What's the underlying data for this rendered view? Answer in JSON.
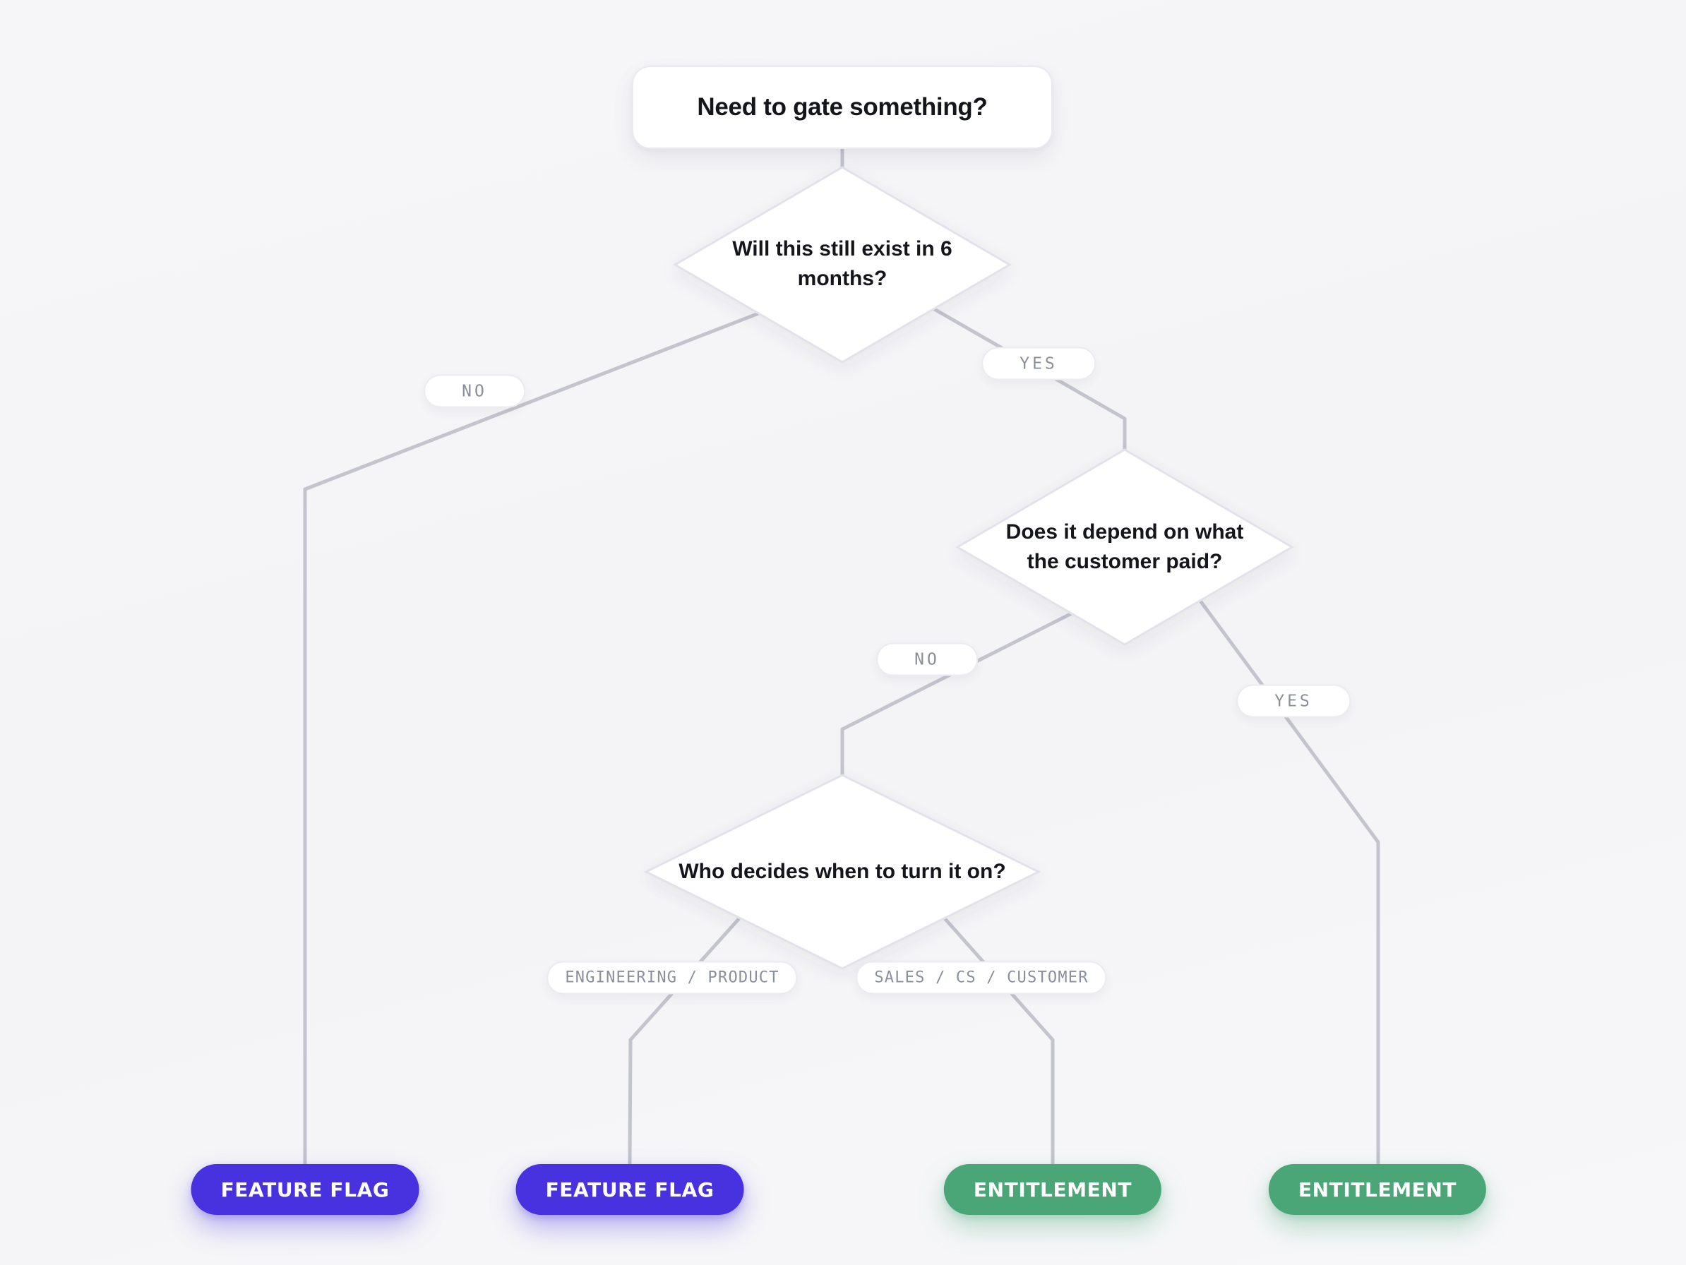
{
  "colors": {
    "background": "#f4f4f6",
    "node_fill": "#ffffff",
    "connector": "#c3c4cc",
    "diamond_border": "#e2e2ea",
    "label_text": "#8b8f9c",
    "question_text": "#15161b",
    "feature_flag": "#4832df",
    "entitlement": "#4ba677"
  },
  "flow": {
    "root": {
      "question": "Need to gate something?"
    },
    "decision_exist": {
      "question": "Will this still exist in 6\nmonths?",
      "no": "NO",
      "yes": "YES"
    },
    "decision_paid": {
      "question": "Does it depend on what\nthe customer paid?",
      "no": "NO",
      "yes": "YES"
    },
    "decision_who": {
      "question": "Who decides when to turn it on?",
      "left": "ENGINEERING / PRODUCT",
      "right": "SALES / CS / CUSTOMER"
    },
    "outcomes": {
      "no_exist": "FEATURE FLAG",
      "eng_product": "FEATURE FLAG",
      "sales_cs": "ENTITLEMENT",
      "paid_yes": "ENTITLEMENT"
    }
  }
}
